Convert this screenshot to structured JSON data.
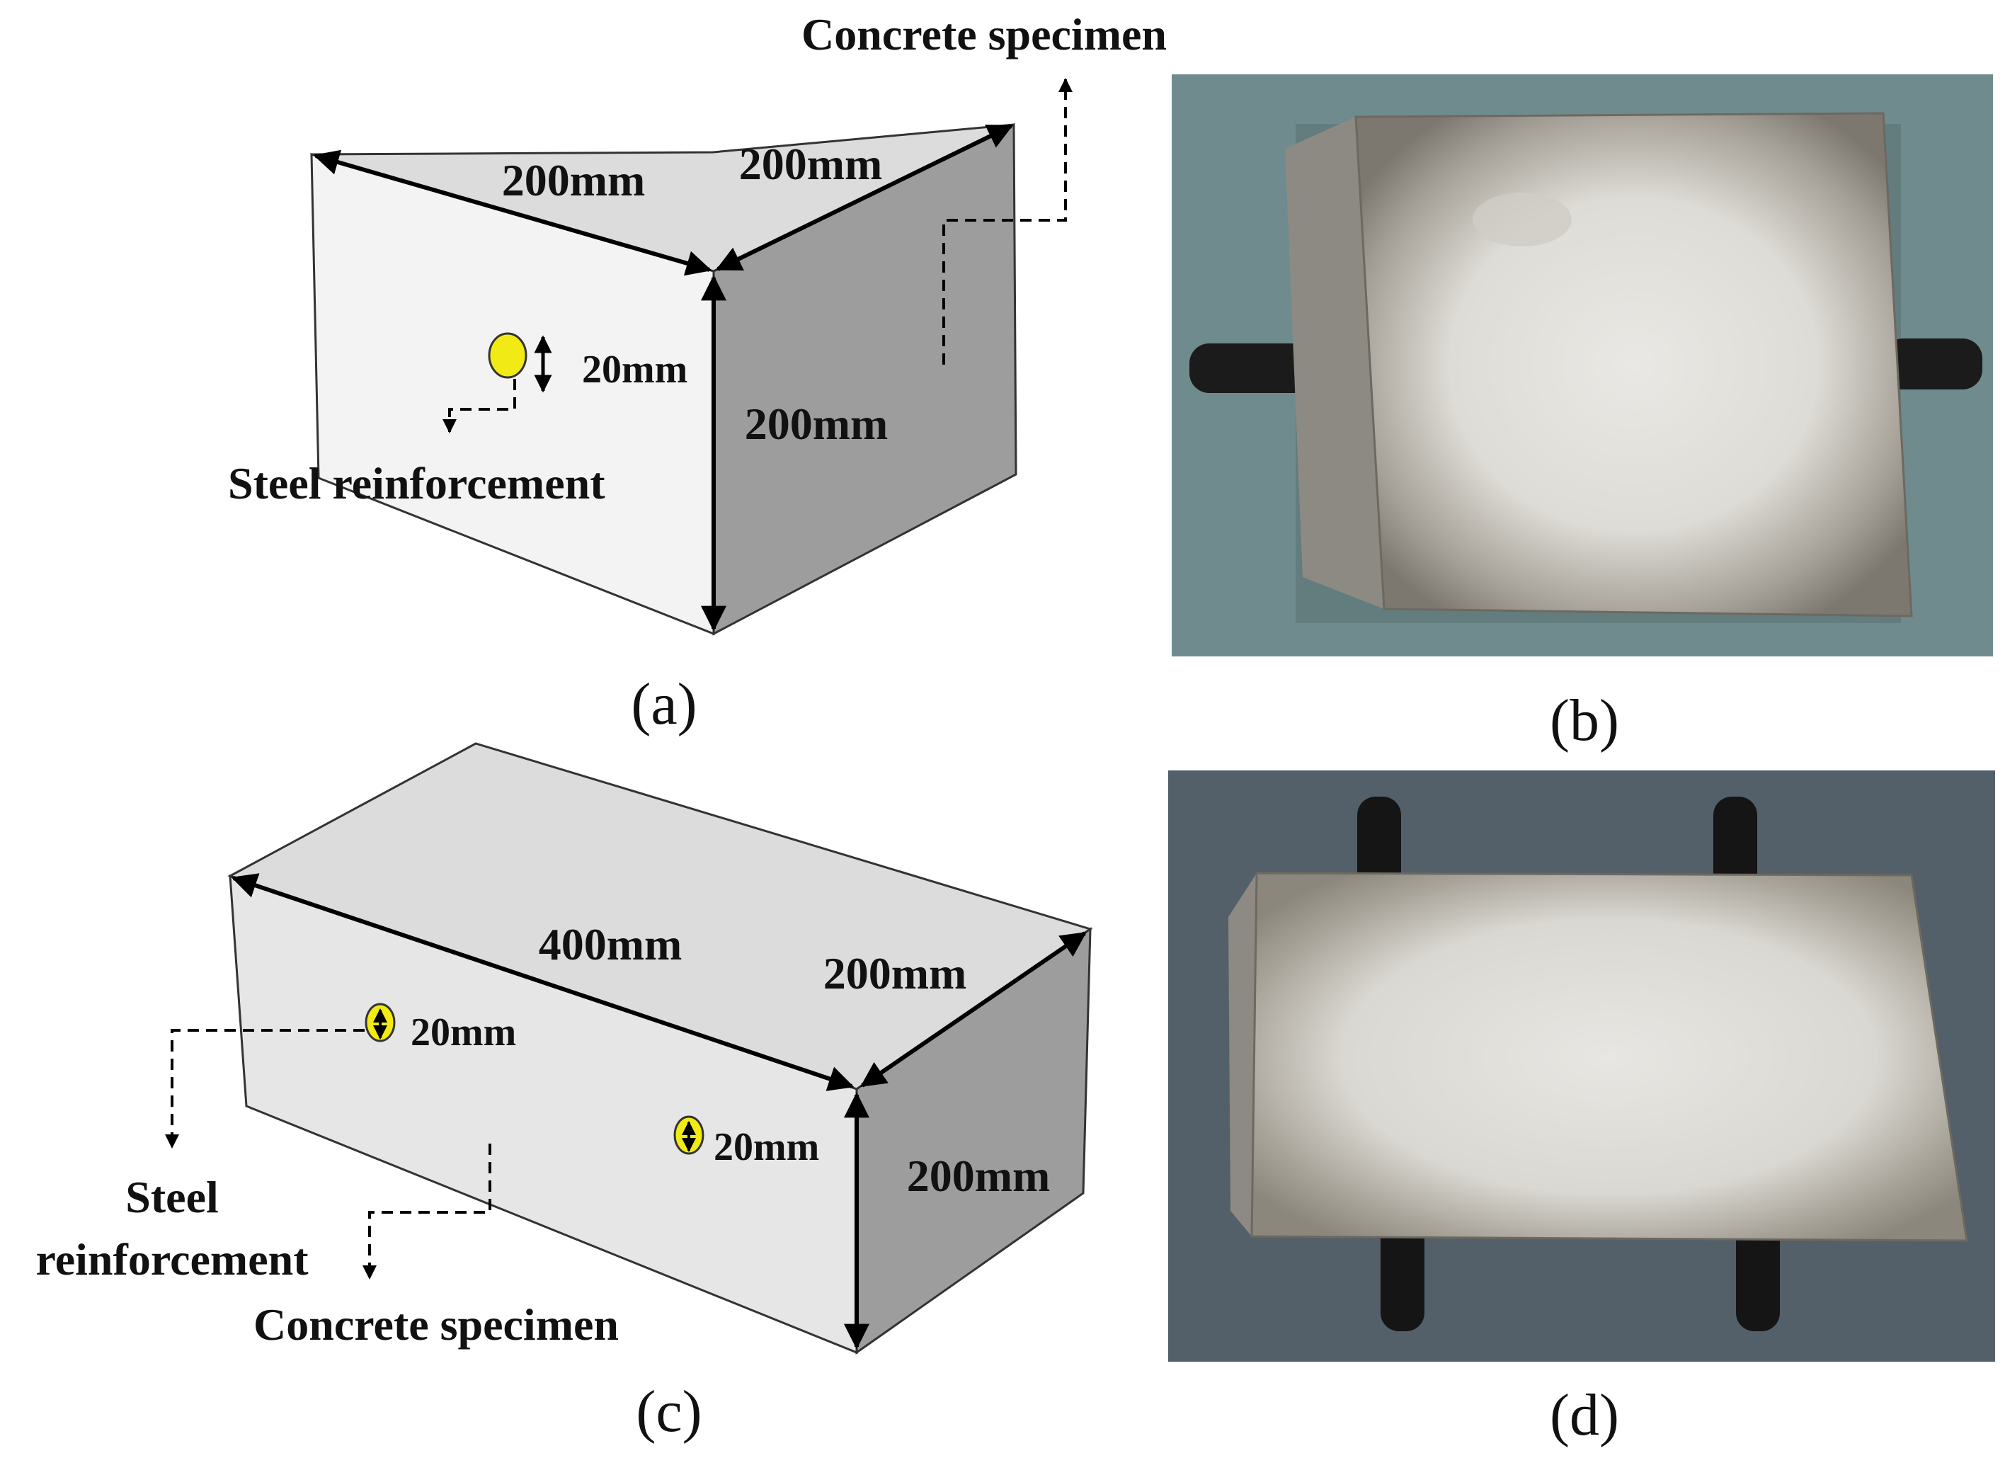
{
  "panel_a": {
    "caption": "(a)",
    "dim_front_width": "200mm",
    "dim_depth": "200mm",
    "dim_height": "200mm",
    "dim_cover": "20mm",
    "label_concrete": "Concrete specimen",
    "label_steel": "Steel reinforcement"
  },
  "panel_b": {
    "caption": "(b)"
  },
  "panel_c": {
    "caption": "(c)",
    "dim_length": "400mm",
    "dim_depth": "200mm",
    "dim_height": "200mm",
    "dim_cover_left": "20mm",
    "dim_cover_right": "20mm",
    "label_steel_line1": "Steel",
    "label_steel_line2": "reinforcement",
    "label_concrete": "Concrete specimen"
  },
  "panel_d": {
    "caption": "(d)"
  },
  "colors": {
    "top_face": "#dcdcdc",
    "front_face": "#f3f3f3",
    "side_face": "#9d9d9d",
    "rebar": "#f2ea14",
    "photo_background": "#6f8b8e"
  }
}
